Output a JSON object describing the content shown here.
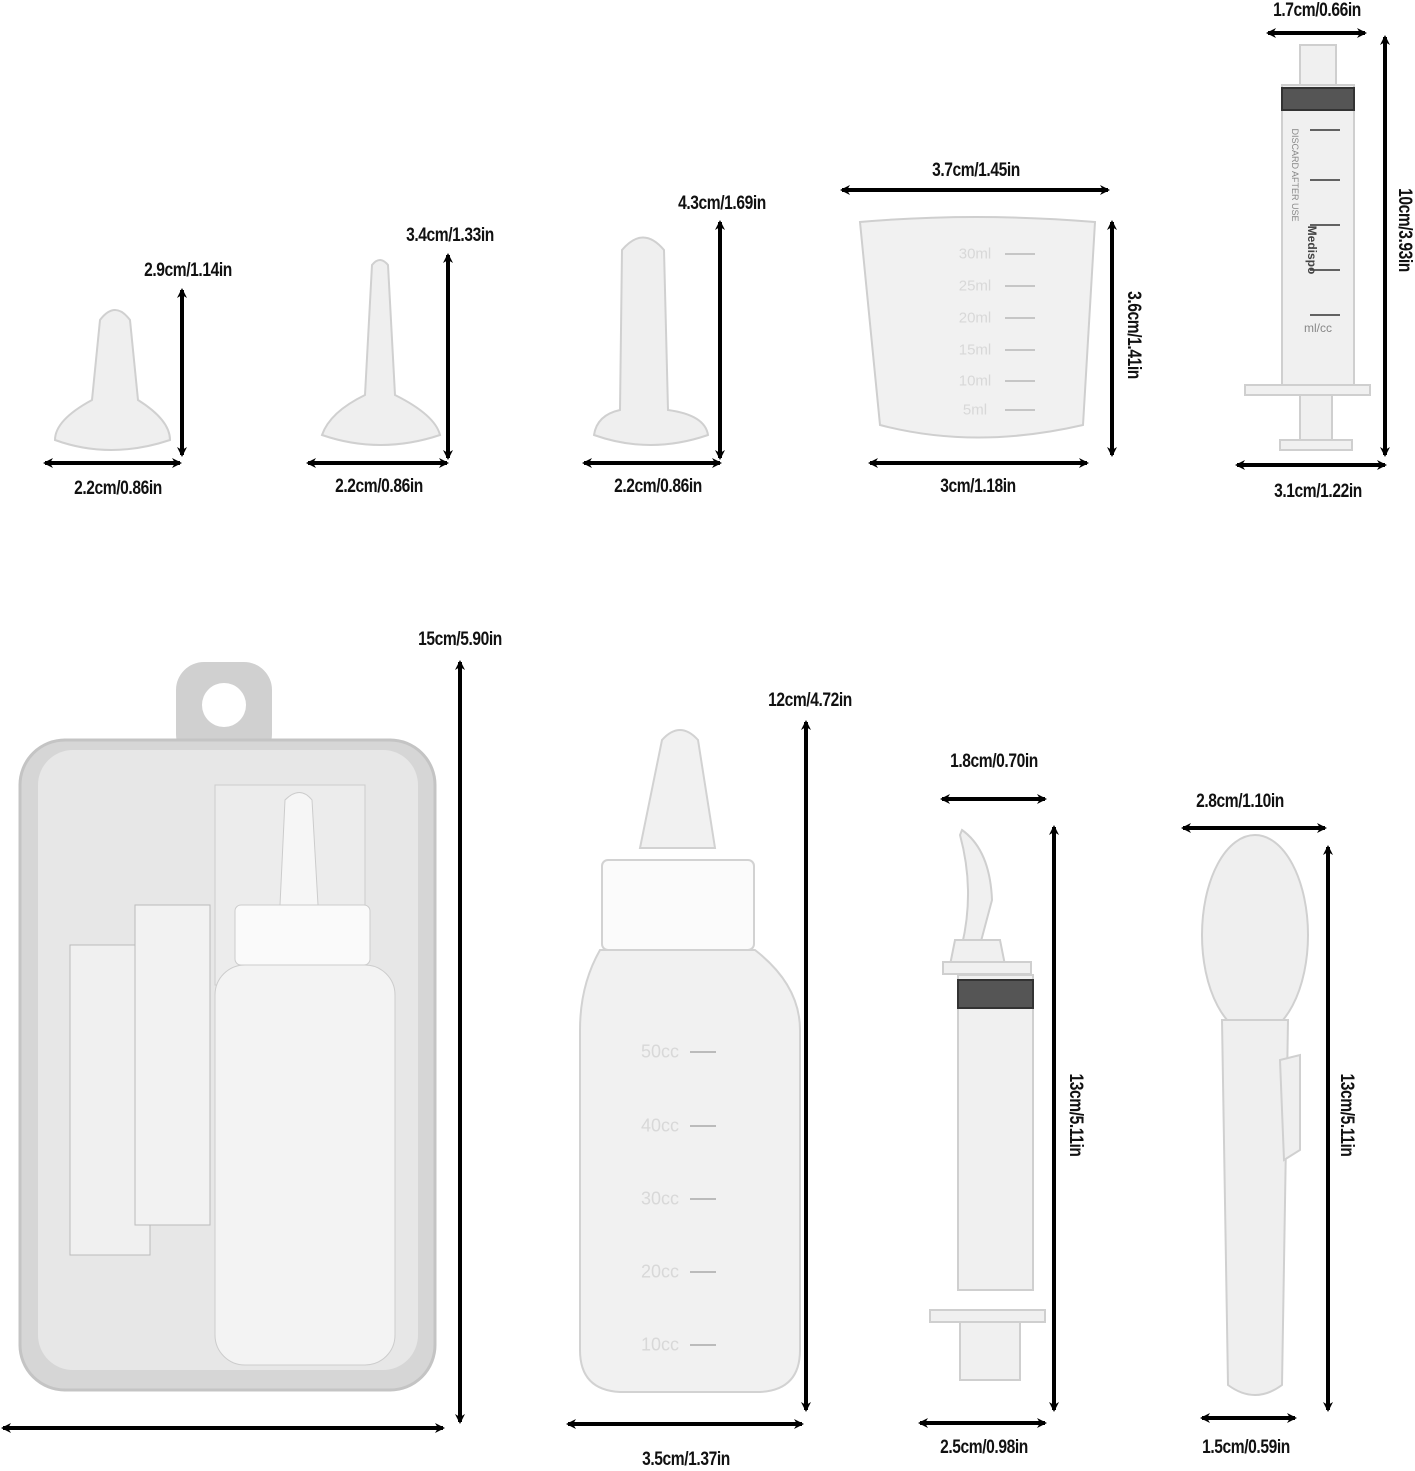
{
  "items": {
    "nipple_small": {
      "height": "2.9cm/1.14in",
      "width": "2.2cm/0.86in"
    },
    "nipple_long": {
      "height": "3.4cm/1.33in",
      "width": "2.2cm/0.86in"
    },
    "nipple_round": {
      "height": "4.3cm/1.69in",
      "width": "2.2cm/0.86in"
    },
    "measuring_cup": {
      "top_width": "3.7cm/1.45in",
      "height": "3.6cm/1.41in",
      "bottom_width": "3cm/1.18in",
      "markings": [
        "30ml",
        "25ml",
        "20ml",
        "15ml",
        "10ml",
        "5ml"
      ]
    },
    "syringe_small": {
      "tip_width": "1.7cm/0.66in",
      "length": "10cm/3.93in",
      "flange_width": "3.1cm/1.22in",
      "brand": "Medispo",
      "warning": "DISCARD AFTER USE",
      "unit": "ml/cc"
    },
    "case": {
      "height": "15cm/5.90in"
    },
    "bottle": {
      "height": "12cm/4.72in",
      "width": "3.5cm/1.37in",
      "markings": [
        "50cc",
        "40cc",
        "30cc",
        "20cc",
        "10cc"
      ]
    },
    "syringe_curved": {
      "tip_width": "1.8cm/0.70in",
      "length": "13cm/5.11in",
      "flange_width": "2.5cm/0.98in"
    },
    "spoon": {
      "width": "2.8cm/1.10in",
      "length": "13cm/5.11in",
      "handle_width": "1.5cm/0.59in"
    }
  },
  "colors": {
    "arrow": "#000000",
    "product": "#e6e6e6",
    "product_edge": "#c8c8c8",
    "case": "#d4d4d4"
  }
}
